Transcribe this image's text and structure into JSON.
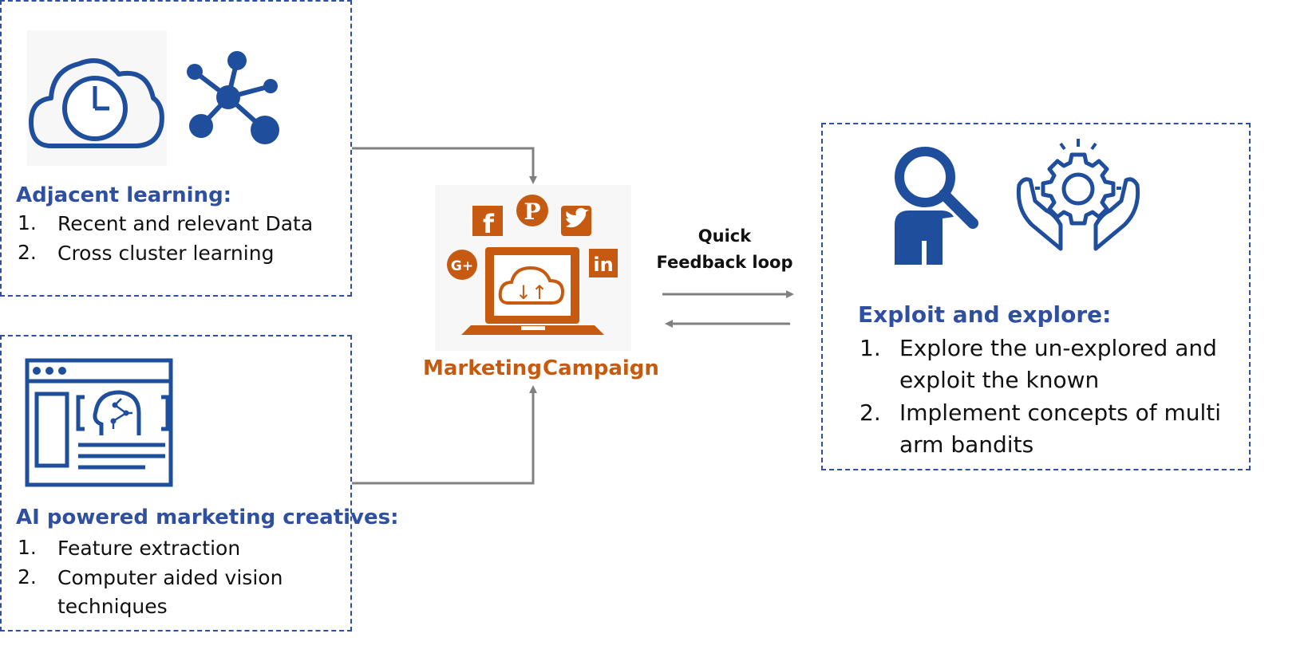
{
  "adjacent": {
    "title": "Adjacent learning:",
    "items": [
      {
        "num": "1.",
        "text": "Recent and relevant Data"
      },
      {
        "num": "2.",
        "text": "Cross cluster learning"
      }
    ]
  },
  "creatives": {
    "title": "AI powered marketing creatives:",
    "items": [
      {
        "num": "1.",
        "text": "Feature extraction"
      },
      {
        "num": "2.",
        "text_line1": "Computer aided vision",
        "text_line2": "techniques"
      }
    ]
  },
  "campaign": {
    "label_left": "Marketing",
    "label_right": "Campaign",
    "social_icons": [
      "facebook-icon",
      "pinterest-icon",
      "twitter-icon",
      "google-plus-icon",
      "linkedin-icon"
    ],
    "fb": "f",
    "pin": "P",
    "gplus": "G+",
    "linkedin": "in"
  },
  "feedback": {
    "line1": "Quick",
    "line2": "Feedback loop"
  },
  "explore": {
    "title": "Exploit and explore:",
    "items": [
      {
        "num": "1.",
        "text_line1": "Explore the un-explored and",
        "text_line2": "exploit the known"
      },
      {
        "num": "2.",
        "text_line1": "Implement concepts of multi",
        "text_line2": "arm bandits"
      }
    ]
  },
  "colors": {
    "blue": "#2f4fa1",
    "icon_blue": "#1f4e9c",
    "orange": "#c65a11",
    "arrow_gray": "#808080"
  }
}
